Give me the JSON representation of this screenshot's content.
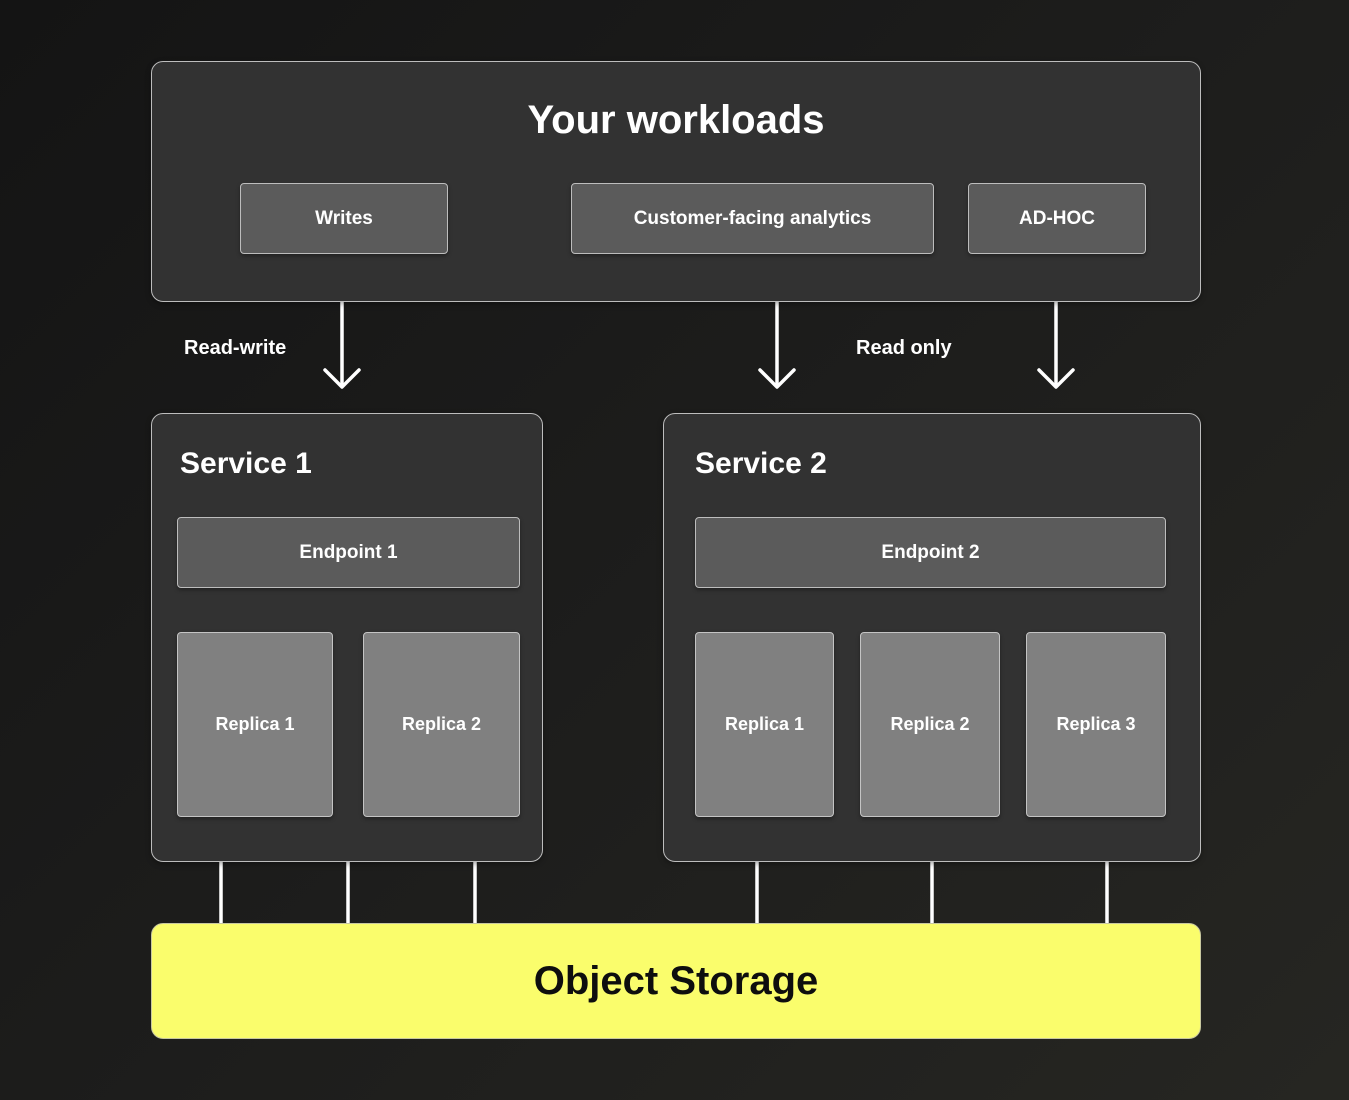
{
  "workloads": {
    "title": "Your workloads",
    "items": [
      "Writes",
      "Customer-facing analytics",
      "AD-HOC"
    ]
  },
  "edges": {
    "read_write_label": "Read-write",
    "read_only_label": "Read only"
  },
  "services": [
    {
      "title": "Service 1",
      "endpoint": "Endpoint 1",
      "replicas": [
        "Replica 1",
        "Replica 2"
      ]
    },
    {
      "title": "Service 2",
      "endpoint": "Endpoint 2",
      "replicas": [
        "Replica 1",
        "Replica 2",
        "Replica 3"
      ]
    }
  ],
  "storage": {
    "label": "Object Storage"
  },
  "colors": {
    "background": "#1c1c1b",
    "panel": "#323232",
    "box": "#5b5b5b",
    "replica": "#808080",
    "storage": "#fafd6c"
  }
}
